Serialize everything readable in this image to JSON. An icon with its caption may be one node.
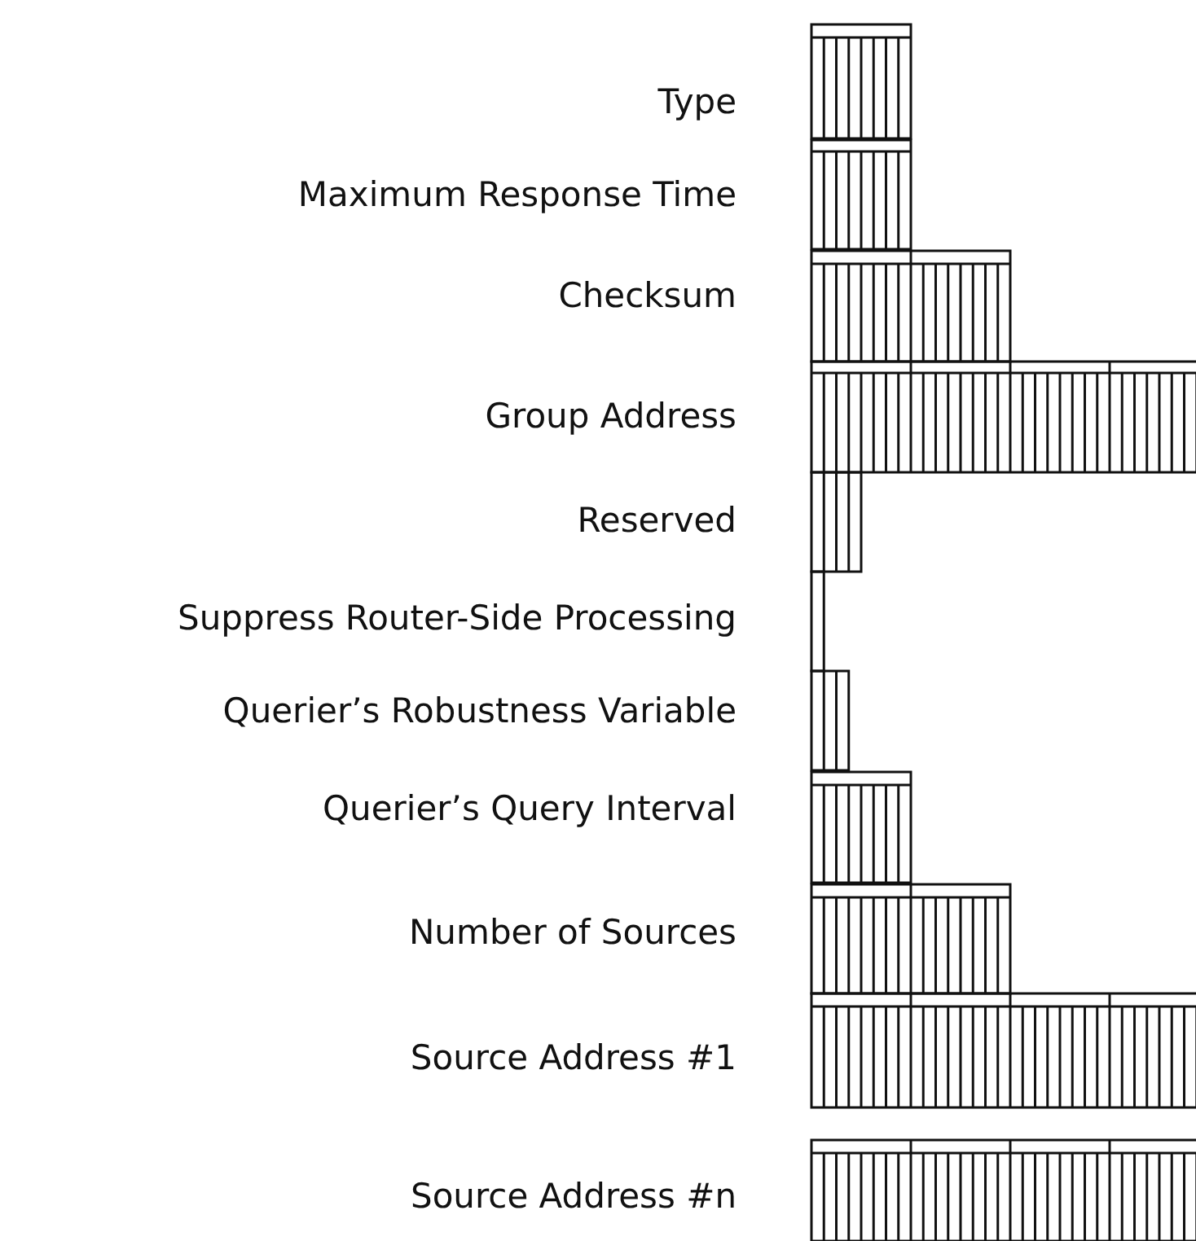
{
  "diagram": {
    "labels": [
      "Type",
      "Maximum Response Time",
      "Checksum",
      "Group Address",
      "Reserved",
      "Suppress Router-Side Processing",
      "Querier’s Robustness Variable",
      "Querier’s Query Interval",
      "Number of Sources",
      "Source Address #1",
      "Source Address #n"
    ]
  }
}
